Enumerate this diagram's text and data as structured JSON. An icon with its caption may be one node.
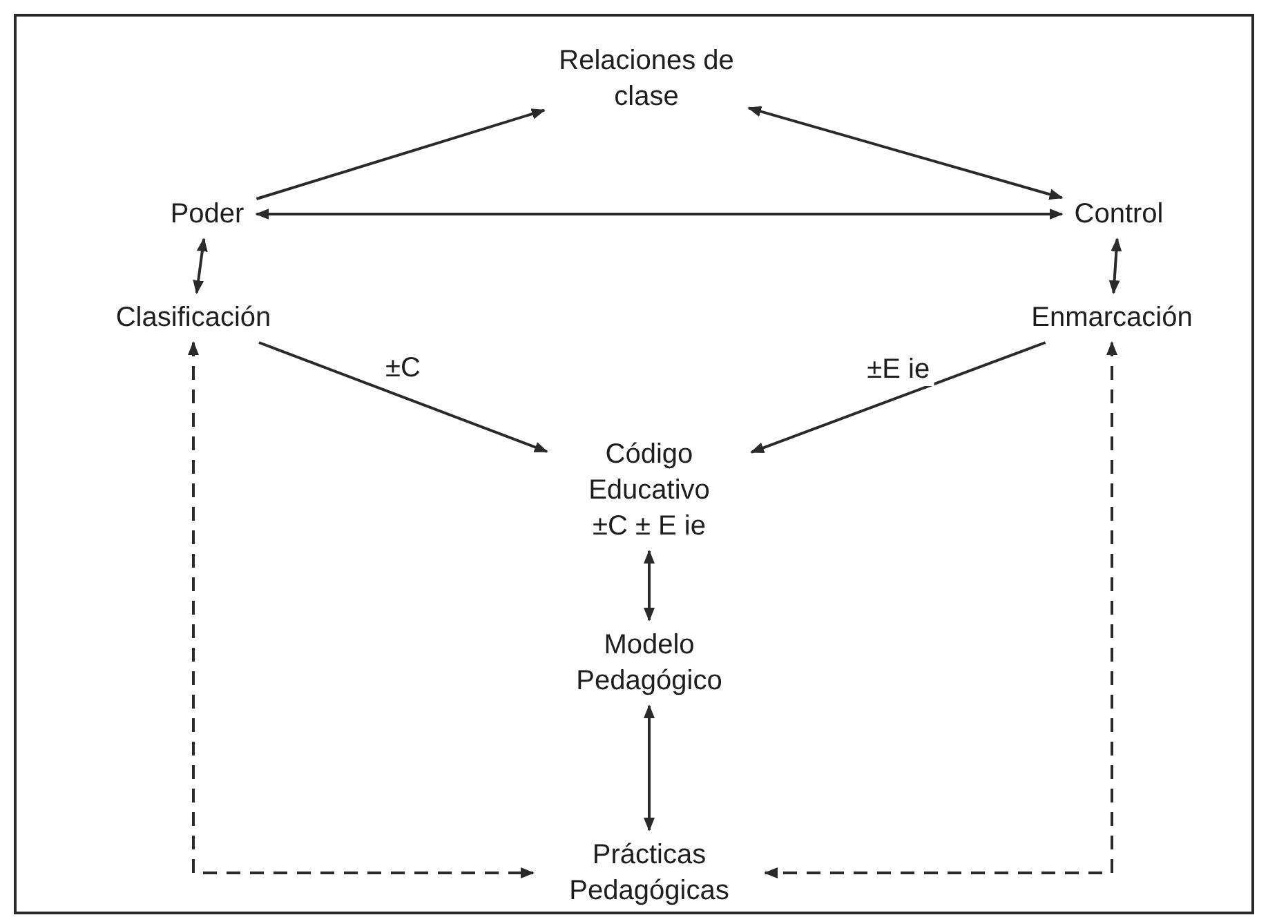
{
  "diagram": {
    "nodes": [
      {
        "text": [
          "Relaciones de clase"
        ]
      },
      {
        "text": [
          "Poder"
        ]
      },
      {
        "text": [
          "Control"
        ]
      },
      {
        "text": [
          "Clasificación"
        ]
      },
      {
        "text": [
          "Enmarcación"
        ]
      },
      {
        "text": [
          "Código Educativo",
          "±C ± E ie"
        ]
      },
      {
        "text": [
          "Modelo Pedagógico"
        ]
      },
      {
        "text": [
          "Prácticas Pedagógicas"
        ]
      }
    ],
    "edges": [
      {
        "from": 1,
        "to": 0,
        "arrow": "to"
      },
      {
        "from": 0,
        "to": 2,
        "arrow": "both"
      },
      {
        "from": 1,
        "to": 2,
        "arrow": "both"
      },
      {
        "from": 1,
        "to": 3,
        "arrow": "both"
      },
      {
        "from": 2,
        "to": 4,
        "arrow": "both"
      },
      {
        "from": 3,
        "to": 5,
        "arrow": "to",
        "label": "±C"
      },
      {
        "from": 4,
        "to": 5,
        "arrow": "to",
        "label": "±E ie"
      },
      {
        "from": 5,
        "to": 6,
        "arrow": "both"
      },
      {
        "from": 6,
        "to": 7,
        "arrow": "both"
      },
      {
        "from": 3,
        "to": 7,
        "arrow": "both",
        "style": "dashed"
      },
      {
        "from": 4,
        "to": 7,
        "arrow": "both",
        "style": "dashed"
      }
    ]
  }
}
